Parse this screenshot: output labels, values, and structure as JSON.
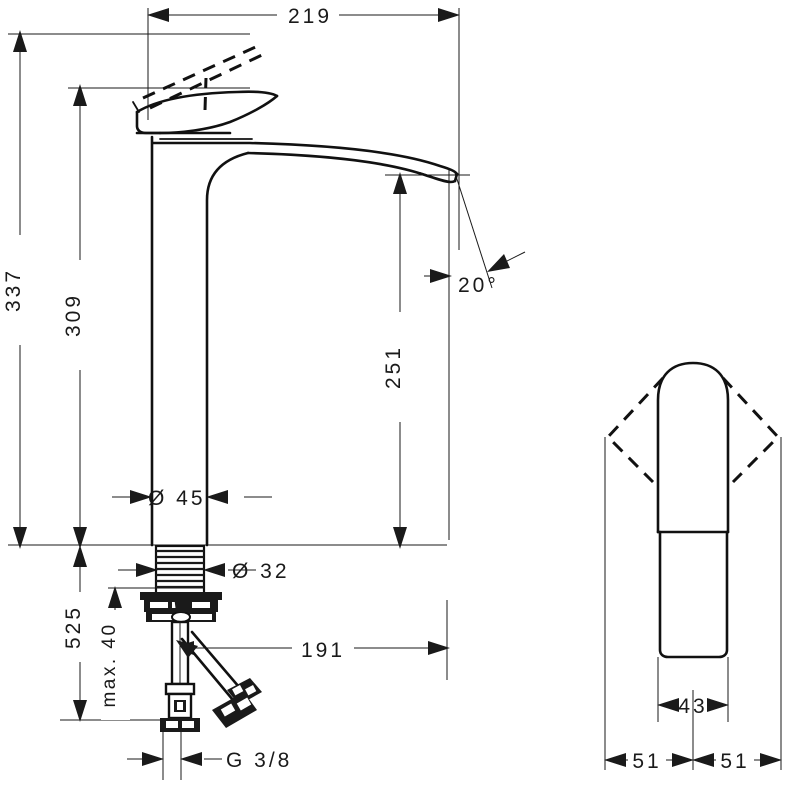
{
  "document": {
    "type": "technical-dimension-drawing",
    "subject": "single-lever basin mixer tall faucet",
    "units": "mm"
  },
  "dimensions": {
    "overall_width_top": "219",
    "overall_height": "337",
    "body_height": "309",
    "spout_height": "251",
    "spout_angle": "20°",
    "column_diameter": "Ø 45",
    "thread_diameter": "Ø 32",
    "max_counter_thickness": "max. 40",
    "hose_length": "525",
    "projection": "191",
    "connection_thread": "G 3/8",
    "front_width": "43",
    "swivel_left": "51",
    "swivel_right": "51"
  },
  "views": {
    "side_view_name": "side elevation",
    "front_view_name": "front elevation"
  },
  "colors": {
    "line": "#1a1a1a",
    "background": "#ffffff"
  }
}
